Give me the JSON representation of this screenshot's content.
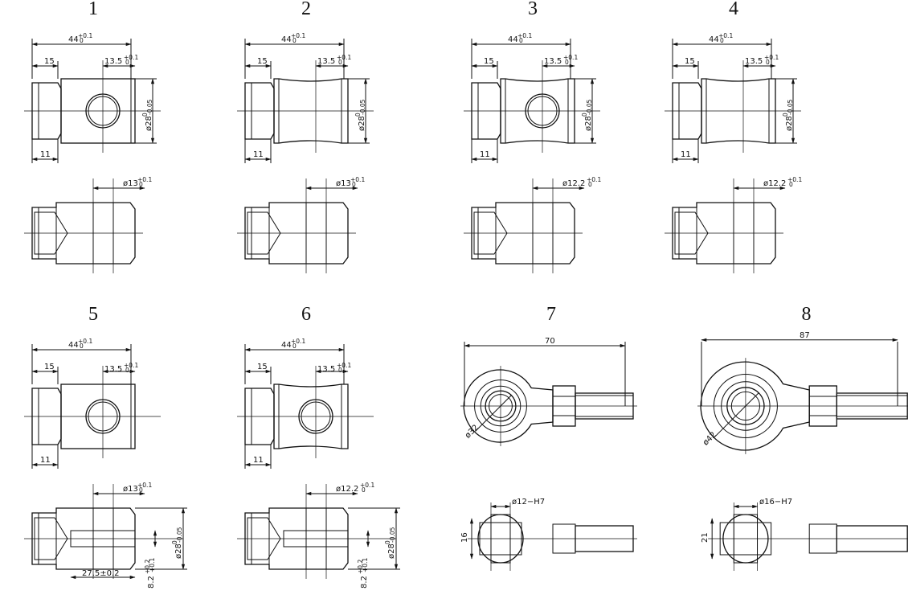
{
  "parts": [
    {
      "number": "1",
      "dim_length": "44",
      "dim_length_tol": "+0.1",
      "dim_length_tol2": "0",
      "dim_left": "15",
      "dim_hole_pos": "13.5",
      "dim_hole_tol": "+0.1",
      "dim_hole_tol2": "0",
      "dim_dia": "ø28",
      "dim_dia_tol": "0",
      "dim_dia_tol2": "-0.05",
      "dim_bottom": "11",
      "dim_bore": "ø13",
      "dim_bore_tol": "+0.1",
      "dim_bore_tol2": "0"
    },
    {
      "number": "2",
      "dim_length": "44",
      "dim_length_tol": "+0.1",
      "dim_length_tol2": "0",
      "dim_left": "15",
      "dim_hole_pos": "13.5",
      "dim_hole_tol": "+0.1",
      "dim_hole_tol2": "0",
      "dim_dia": "ø28",
      "dim_dia_tol": "0",
      "dim_dia_tol2": "-0.05",
      "dim_bottom": "11",
      "dim_bore": "ø13",
      "dim_bore_tol": "+0.1",
      "dim_bore_tol2": "0"
    },
    {
      "number": "3",
      "dim_length": "44",
      "dim_length_tol": "+0.1",
      "dim_length_tol2": "0",
      "dim_left": "15",
      "dim_hole_pos": "13.5",
      "dim_hole_tol": "+0.1",
      "dim_hole_tol2": "0",
      "dim_dia": "ø28",
      "dim_dia_tol": "0",
      "dim_dia_tol2": "-0.05",
      "dim_bottom": "11",
      "dim_bore": "ø12.2",
      "dim_bore_tol": "+0.1",
      "dim_bore_tol2": "0"
    },
    {
      "number": "4",
      "dim_length": "44",
      "dim_length_tol": "+0.1",
      "dim_length_tol2": "0",
      "dim_left": "15",
      "dim_hole_pos": "13.5",
      "dim_hole_tol": "+0.1",
      "dim_hole_tol2": "0",
      "dim_dia": "ø28",
      "dim_dia_tol": "0",
      "dim_dia_tol2": "-0.05",
      "dim_bottom": "11",
      "dim_bore": "ø12.2",
      "dim_bore_tol": "+0.1",
      "dim_bore_tol2": "0"
    },
    {
      "number": "5",
      "dim_length": "44",
      "dim_length_tol": "+0.1",
      "dim_length_tol2": "0",
      "dim_left": "15",
      "dim_hole_pos": "13.5",
      "dim_hole_tol": "+0.1",
      "dim_hole_tol2": "0",
      "dim_bottom": "11",
      "dim_bore": "ø13",
      "dim_bore_tol": "+0.1",
      "dim_bore_tol2": "0",
      "dim_dia": "ø28",
      "dim_dia_tol": "0",
      "dim_dia_tol2": "-0.05",
      "dim_slot_len": "27.5±0.2",
      "dim_slot_w": "8.2",
      "dim_slot_w_tol": "+0.2",
      "dim_slot_w_tol2": "+0.1"
    },
    {
      "number": "6",
      "dim_length": "44",
      "dim_length_tol": "+0.1",
      "dim_length_tol2": "0",
      "dim_left": "15",
      "dim_hole_pos": "13.5",
      "dim_hole_tol": "+0.1",
      "dim_hole_tol2": "0",
      "dim_bottom": "11",
      "dim_bore": "ø12.2",
      "dim_bore_tol": "+0.1",
      "dim_bore_tol2": "0",
      "dim_dia": "ø28",
      "dim_dia_tol": "0",
      "dim_dia_tol2": "-0.05",
      "dim_slot_w": "8.2",
      "dim_slot_w_tol": "+0.2",
      "dim_slot_w_tol2": "+0.1"
    },
    {
      "number": "7",
      "dim_length": "70",
      "dim_eye": "ø32",
      "dim_bore": "ø12−H7",
      "dim_width": "16"
    },
    {
      "number": "8",
      "dim_length": "87",
      "dim_eye": "ø42",
      "dim_bore": "ø16−H7",
      "dim_width": "21"
    }
  ]
}
